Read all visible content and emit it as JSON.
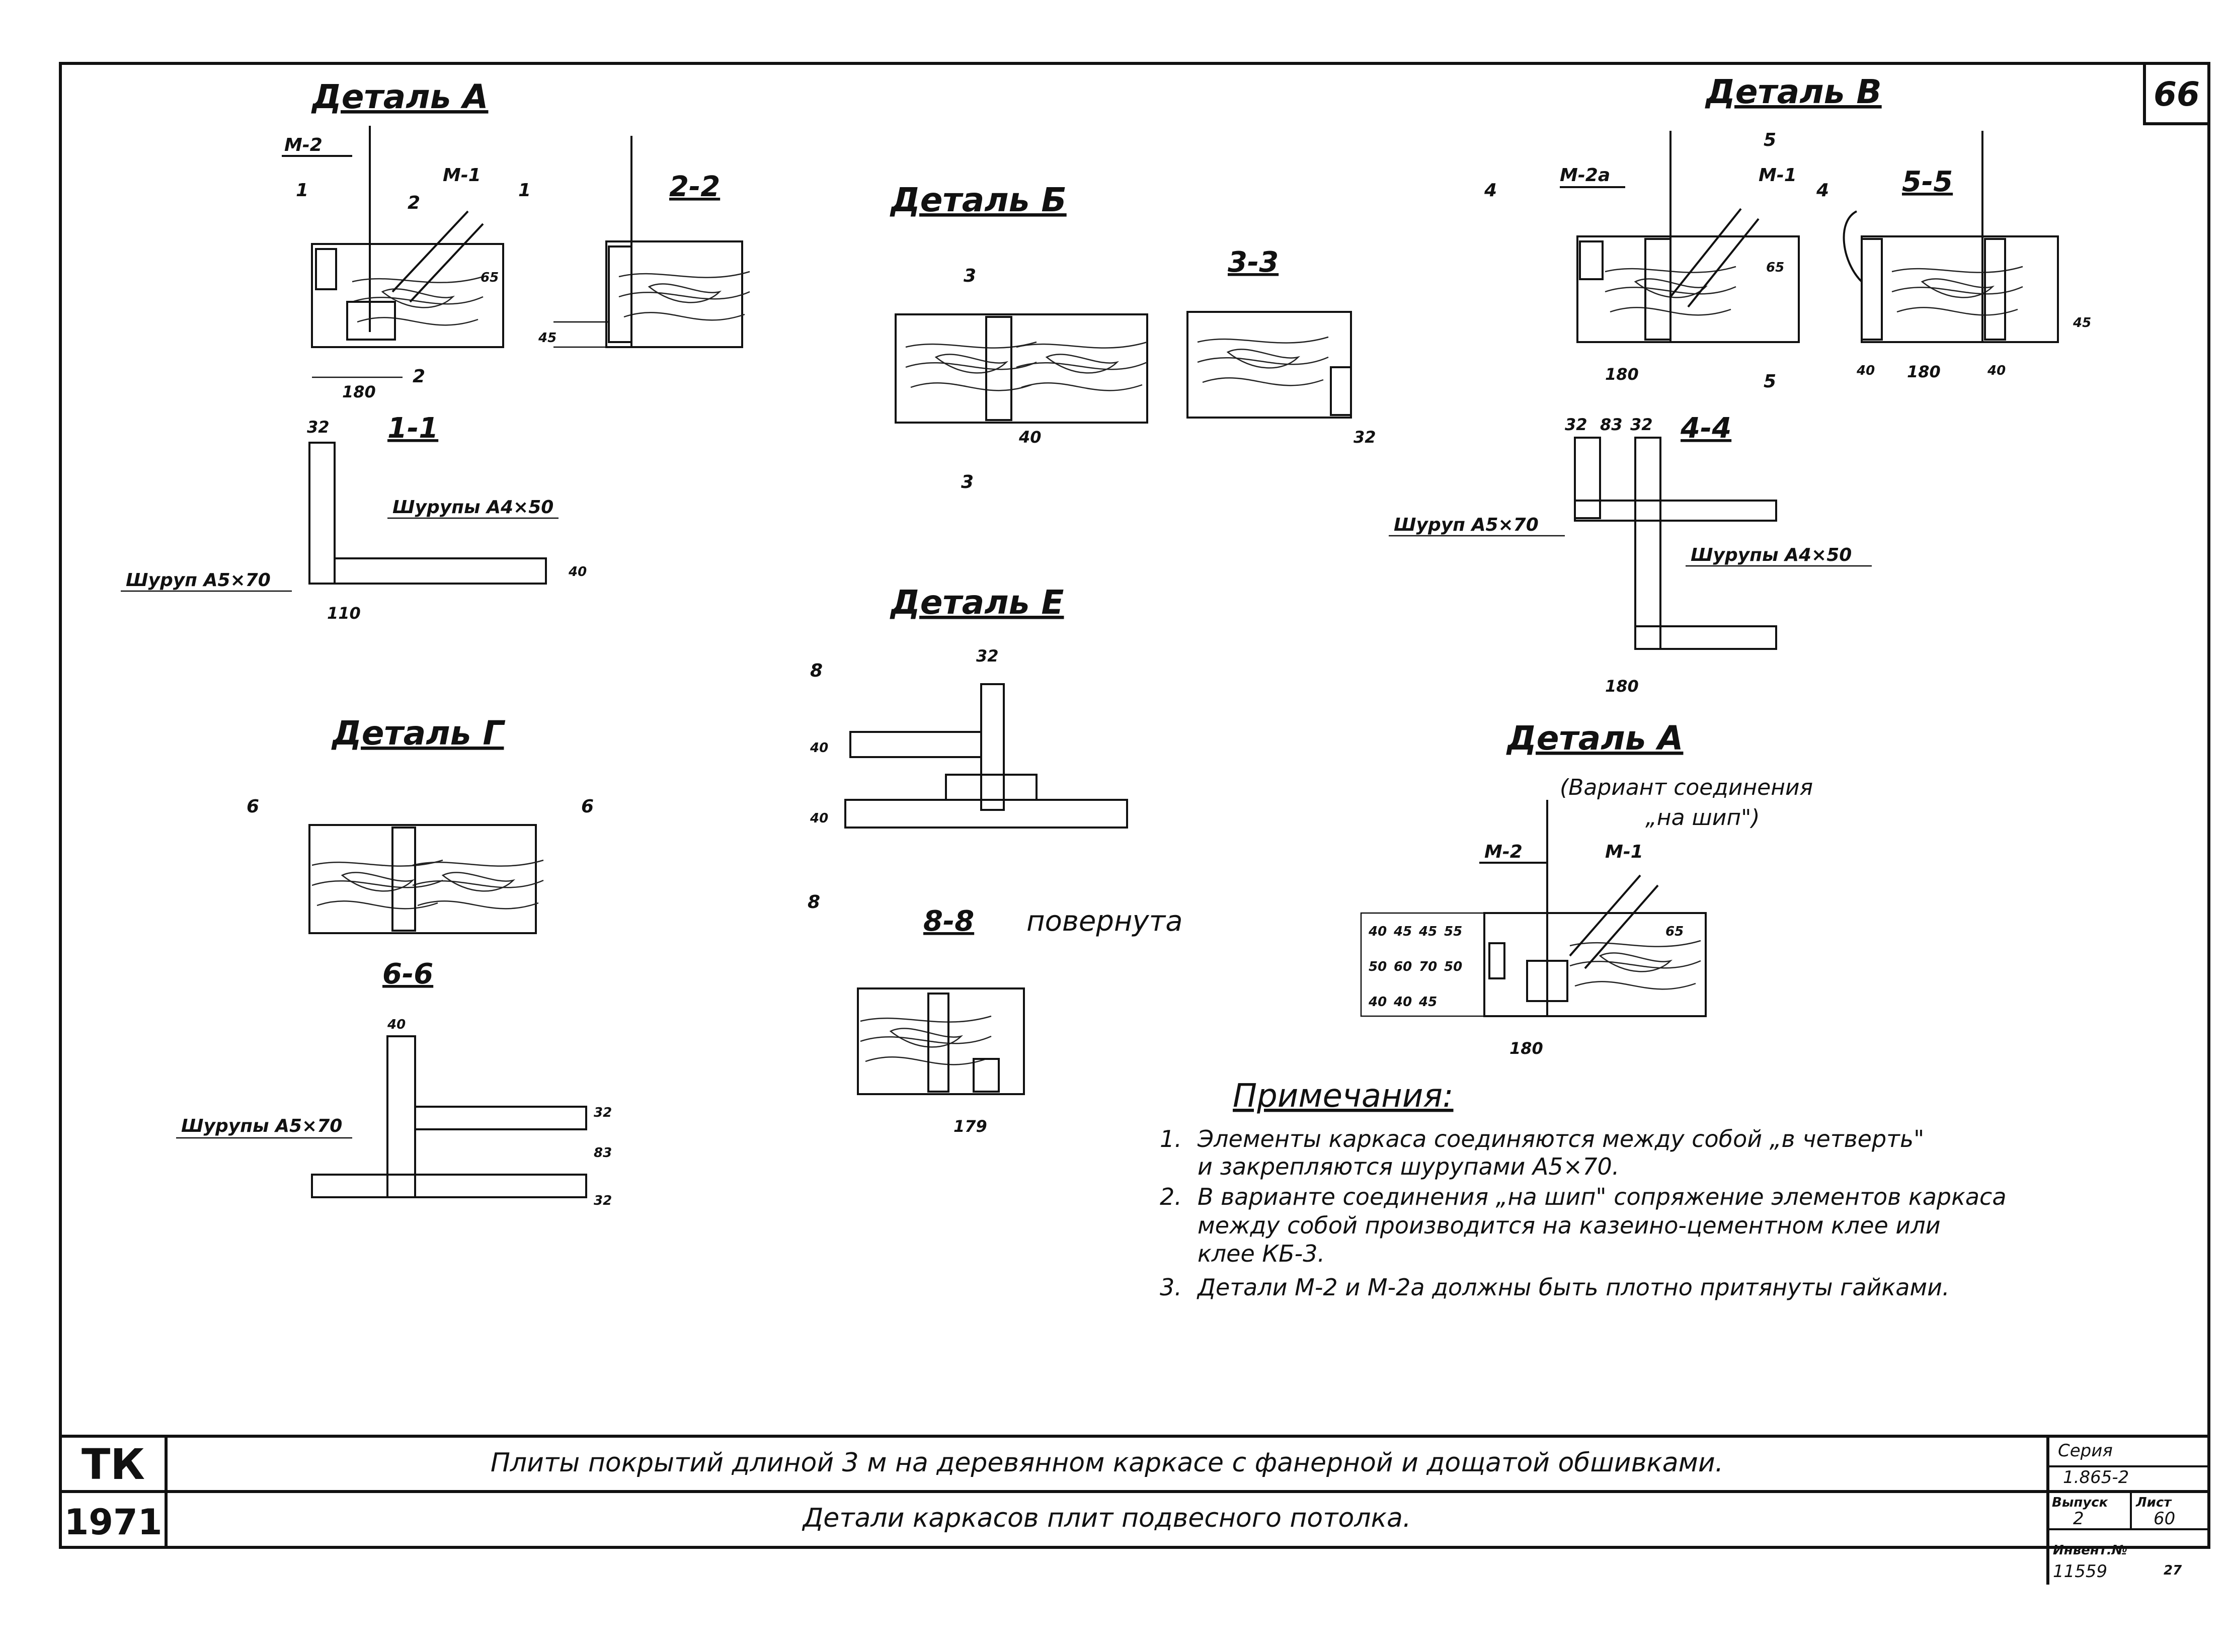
{
  "sheet_number": "66",
  "details": {
    "detail_a": {
      "title": "Деталь А",
      "m2": "М-2",
      "m1": "М-1",
      "cut1": "1",
      "cut2": "2",
      "dim_180": "180",
      "dim_65": "65"
    },
    "section_2_2": {
      "title": "2-2",
      "dim_45": "45"
    },
    "section_1_1": {
      "title": "1-1",
      "dim_32": "32",
      "screws_a": "Шурупы А4×50",
      "screw_b": "Шуруп А5×70",
      "dim_110": "110",
      "dim_40": "40"
    },
    "detail_b": {
      "title": "Деталь Б",
      "cut": "3",
      "dim_40": "40"
    },
    "section_3_3": {
      "title": "3-3",
      "dim_32": "32"
    },
    "detail_v": {
      "title": "Деталь В",
      "m2a": "М-2а",
      "m1": "М-1",
      "cut4": "4",
      "cut5": "5",
      "dim_180": "180",
      "dim_65": "65"
    },
    "section_5_5": {
      "title": "5-5",
      "dim_40a": "40",
      "dim_180": "180",
      "dim_40b": "40",
      "dim_45": "45"
    },
    "section_4_4": {
      "title": "4-4",
      "dim_32a": "32",
      "dim_83": "83",
      "dim_32b": "32",
      "screw_a": "Шуруп А5×70",
      "screws_b": "Шурупы А4×50",
      "dim_180": "180"
    },
    "detail_e": {
      "title": "Деталь Е",
      "cut": "8",
      "dim_32": "32",
      "dim_40a": "40",
      "dim_40b": "40"
    },
    "section_8_8": {
      "title": "8-8",
      "subtitle": "повернута",
      "dim_179": "179"
    },
    "detail_g": {
      "title": "Деталь Г",
      "cut": "6"
    },
    "section_6_6": {
      "title": "6-6",
      "dim_40": "40",
      "screws": "Шурупы А5×70",
      "dim_32a": "32",
      "dim_83": "83",
      "dim_32b": "32"
    },
    "detail_a2": {
      "title": "Деталь А",
      "subtitle_line1": "(Вариант соединения",
      "subtitle_line2": "„на шип\")",
      "m2": "М-2",
      "m1": "М-1",
      "dim_180": "180",
      "dim_65": "65",
      "dims_col": [
        "40",
        "50",
        "45",
        "60",
        "45",
        "70",
        "55",
        "50",
        "40",
        "40",
        "45"
      ]
    }
  },
  "notes": {
    "heading": "Примечания:",
    "items": [
      {
        "num": "1.",
        "line1": "Элементы каркаса соединяются между собой „в четверть\"",
        "line2": "и закрепляются шурупами А5×70."
      },
      {
        "num": "2.",
        "line1": "В варианте соединения „на шип\" сопряжение элементов каркаса",
        "line2": "между собой производится на казеино-цементном клее или",
        "line3": "клее КБ-3."
      },
      {
        "num": "3.",
        "line1": "Детали М-2 и М-2а должны быть плотно притянуты гайками."
      }
    ]
  },
  "title_block": {
    "org": "ТК",
    "year": "1971",
    "line1": "Плиты покрытий длиной 3 м на деревянном каркасе с фанерной и дощатой обшивками.",
    "line2": "Детали каркасов плит подвесного потолка.",
    "series_label": "Серия",
    "series_value": "1.865-2",
    "issue_label": "Выпуск",
    "issue_value": "2",
    "sheet_label": "Лист",
    "sheet_value": "60",
    "invent_label": "Инвент.№",
    "invent_value": "11559",
    "invent_extra": "27"
  }
}
